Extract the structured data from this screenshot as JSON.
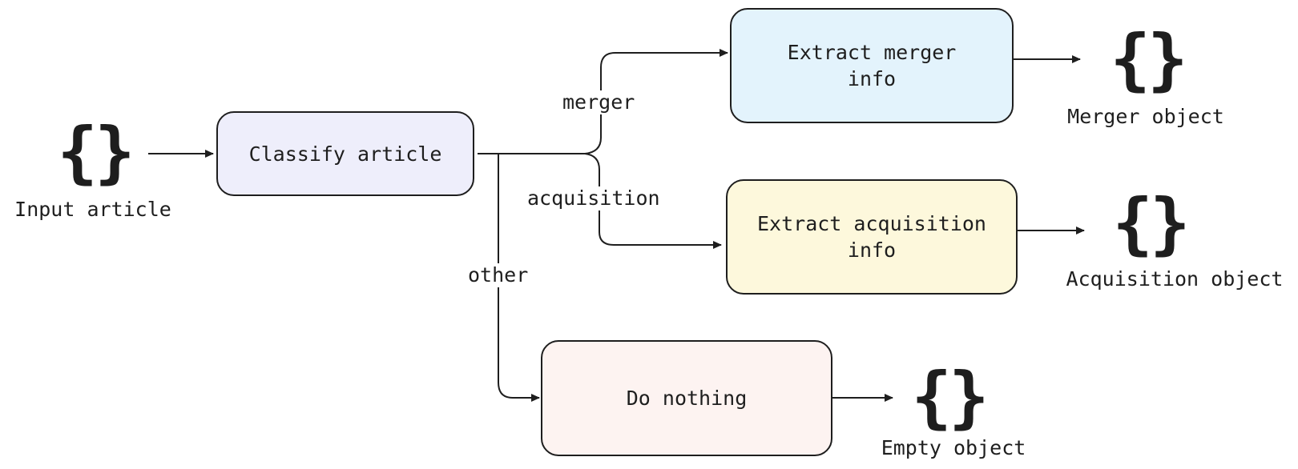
{
  "nodes": {
    "classify": {
      "label": "Classify article",
      "fill": "#eeeefb"
    },
    "merger": {
      "label": "Extract merger info",
      "fill": "#e3f3fc"
    },
    "acquisition": {
      "label": "Extract acquisition info",
      "fill": "#fdf8dc"
    },
    "nothing": {
      "label": "Do nothing",
      "fill": "#fdf3f1"
    }
  },
  "objects": {
    "input": {
      "symbol": "{}",
      "label": "Input article"
    },
    "merger": {
      "symbol": "{}",
      "label": "Merger object"
    },
    "acquisition": {
      "symbol": "{}",
      "label": "Acquisition object"
    },
    "empty": {
      "symbol": "{}",
      "label": "Empty object"
    }
  },
  "edges": {
    "merger": "merger",
    "acquisition": "acquisition",
    "other": "other"
  }
}
